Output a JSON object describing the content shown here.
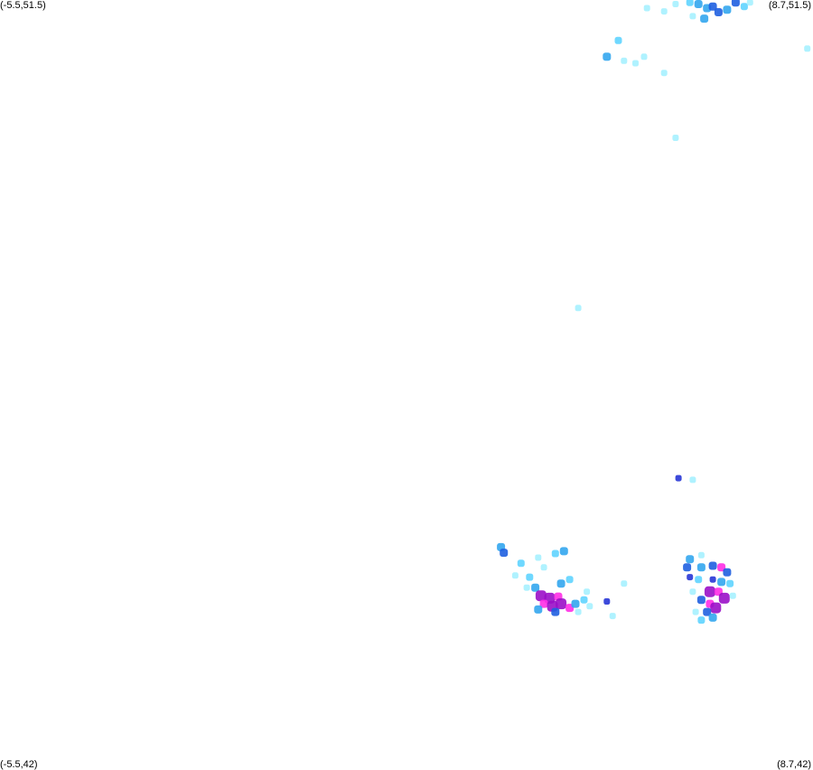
{
  "corners": {
    "top_left": "(-5.5,51.5)",
    "top_right": "(8.7,51.5)",
    "bottom_left": "(-5.5,42)",
    "bottom_right": "(8.7,42)"
  },
  "bounds": {
    "lon_min": -5.5,
    "lon_max": 8.7,
    "lat_min": 42,
    "lat_max": 51.5
  },
  "colors": {
    "background": "#ffffff",
    "light_cyan": "#a6f1ff",
    "cyan": "#5fd4ff",
    "sky_blue": "#33a6ee",
    "blue": "#1f5fe0",
    "deep_blue": "#2836d6",
    "purple": "#9a10c8",
    "magenta": "#ff2ee6"
  },
  "echoes": [
    {
      "lon": 5.8,
      "lat": 51.4,
      "c": "light_cyan"
    },
    {
      "lon": 6.1,
      "lat": 51.36,
      "c": "light_cyan"
    },
    {
      "lon": 6.3,
      "lat": 51.45,
      "c": "light_cyan"
    },
    {
      "lon": 6.55,
      "lat": 51.47,
      "c": "cyan"
    },
    {
      "lon": 6.7,
      "lat": 51.45,
      "c": "sky_blue"
    },
    {
      "lon": 6.85,
      "lat": 51.4,
      "c": "sky_blue"
    },
    {
      "lon": 6.95,
      "lat": 51.42,
      "c": "blue"
    },
    {
      "lon": 7.05,
      "lat": 51.35,
      "c": "blue"
    },
    {
      "lon": 7.2,
      "lat": 51.38,
      "c": "sky_blue"
    },
    {
      "lon": 7.35,
      "lat": 51.47,
      "c": "blue"
    },
    {
      "lon": 7.5,
      "lat": 51.42,
      "c": "cyan"
    },
    {
      "lon": 6.8,
      "lat": 51.27,
      "c": "sky_blue"
    },
    {
      "lon": 6.6,
      "lat": 51.3,
      "c": "light_cyan"
    },
    {
      "lon": 7.6,
      "lat": 51.47,
      "c": "light_cyan"
    },
    {
      "lon": 8.6,
      "lat": 50.9,
      "c": "light_cyan"
    },
    {
      "lon": 5.3,
      "lat": 51.0,
      "c": "cyan"
    },
    {
      "lon": 5.1,
      "lat": 50.8,
      "c": "sky_blue"
    },
    {
      "lon": 5.4,
      "lat": 50.75,
      "c": "light_cyan"
    },
    {
      "lon": 5.6,
      "lat": 50.72,
      "c": "light_cyan"
    },
    {
      "lon": 5.75,
      "lat": 50.8,
      "c": "light_cyan"
    },
    {
      "lon": 6.1,
      "lat": 50.6,
      "c": "light_cyan"
    },
    {
      "lon": 6.3,
      "lat": 49.8,
      "c": "light_cyan"
    },
    {
      "lon": 4.6,
      "lat": 47.7,
      "c": "light_cyan"
    },
    {
      "lon": 6.35,
      "lat": 45.6,
      "c": "deep_blue"
    },
    {
      "lon": 6.6,
      "lat": 45.58,
      "c": "light_cyan"
    },
    {
      "lon": 3.25,
      "lat": 44.75,
      "c": "sky_blue"
    },
    {
      "lon": 3.3,
      "lat": 44.68,
      "c": "blue"
    },
    {
      "lon": 3.6,
      "lat": 44.55,
      "c": "cyan"
    },
    {
      "lon": 3.9,
      "lat": 44.62,
      "c": "light_cyan"
    },
    {
      "lon": 4.0,
      "lat": 44.5,
      "c": "light_cyan"
    },
    {
      "lon": 4.2,
      "lat": 44.67,
      "c": "cyan"
    },
    {
      "lon": 4.35,
      "lat": 44.7,
      "c": "sky_blue"
    },
    {
      "lon": 3.5,
      "lat": 44.4,
      "c": "light_cyan"
    },
    {
      "lon": 3.75,
      "lat": 44.38,
      "c": "cyan"
    },
    {
      "lon": 3.85,
      "lat": 44.25,
      "c": "sky_blue"
    },
    {
      "lon": 4.3,
      "lat": 44.3,
      "c": "sky_blue"
    },
    {
      "lon": 4.45,
      "lat": 44.35,
      "c": "cyan"
    },
    {
      "lon": 3.95,
      "lat": 44.15,
      "c": "purple"
    },
    {
      "lon": 4.1,
      "lat": 44.12,
      "c": "purple"
    },
    {
      "lon": 4.25,
      "lat": 44.14,
      "c": "magenta"
    },
    {
      "lon": 4.0,
      "lat": 44.05,
      "c": "magenta"
    },
    {
      "lon": 4.15,
      "lat": 44.02,
      "c": "purple"
    },
    {
      "lon": 4.3,
      "lat": 44.05,
      "c": "purple"
    },
    {
      "lon": 4.45,
      "lat": 44.0,
      "c": "magenta"
    },
    {
      "lon": 4.55,
      "lat": 44.05,
      "c": "sky_blue"
    },
    {
      "lon": 4.7,
      "lat": 44.1,
      "c": "cyan"
    },
    {
      "lon": 4.6,
      "lat": 43.95,
      "c": "light_cyan"
    },
    {
      "lon": 4.8,
      "lat": 44.02,
      "c": "light_cyan"
    },
    {
      "lon": 4.2,
      "lat": 43.95,
      "c": "blue"
    },
    {
      "lon": 3.9,
      "lat": 43.98,
      "c": "sky_blue"
    },
    {
      "lon": 4.75,
      "lat": 44.2,
      "c": "light_cyan"
    },
    {
      "lon": 5.1,
      "lat": 44.08,
      "c": "deep_blue"
    },
    {
      "lon": 5.4,
      "lat": 44.3,
      "c": "light_cyan"
    },
    {
      "lon": 5.2,
      "lat": 43.9,
      "c": "light_cyan"
    },
    {
      "lon": 3.7,
      "lat": 44.25,
      "c": "light_cyan"
    },
    {
      "lon": 6.55,
      "lat": 44.6,
      "c": "sky_blue"
    },
    {
      "lon": 6.75,
      "lat": 44.65,
      "c": "light_cyan"
    },
    {
      "lon": 6.5,
      "lat": 44.5,
      "c": "blue"
    },
    {
      "lon": 6.75,
      "lat": 44.5,
      "c": "sky_blue"
    },
    {
      "lon": 6.95,
      "lat": 44.52,
      "c": "blue"
    },
    {
      "lon": 7.1,
      "lat": 44.5,
      "c": "magenta"
    },
    {
      "lon": 7.2,
      "lat": 44.44,
      "c": "blue"
    },
    {
      "lon": 6.55,
      "lat": 44.38,
      "c": "deep_blue"
    },
    {
      "lon": 6.7,
      "lat": 44.35,
      "c": "cyan"
    },
    {
      "lon": 6.95,
      "lat": 44.35,
      "c": "deep_blue"
    },
    {
      "lon": 7.1,
      "lat": 44.32,
      "c": "sky_blue"
    },
    {
      "lon": 7.25,
      "lat": 44.3,
      "c": "cyan"
    },
    {
      "lon": 6.9,
      "lat": 44.2,
      "c": "purple"
    },
    {
      "lon": 7.05,
      "lat": 44.2,
      "c": "magenta"
    },
    {
      "lon": 7.15,
      "lat": 44.12,
      "c": "purple"
    },
    {
      "lon": 6.75,
      "lat": 44.1,
      "c": "blue"
    },
    {
      "lon": 6.9,
      "lat": 44.05,
      "c": "magenta"
    },
    {
      "lon": 7.0,
      "lat": 44.0,
      "c": "purple"
    },
    {
      "lon": 6.85,
      "lat": 43.95,
      "c": "blue"
    },
    {
      "lon": 6.65,
      "lat": 43.95,
      "c": "light_cyan"
    },
    {
      "lon": 6.95,
      "lat": 43.88,
      "c": "sky_blue"
    },
    {
      "lon": 6.75,
      "lat": 43.85,
      "c": "cyan"
    },
    {
      "lon": 6.6,
      "lat": 44.2,
      "c": "light_cyan"
    },
    {
      "lon": 7.3,
      "lat": 44.15,
      "c": "light_cyan"
    }
  ]
}
